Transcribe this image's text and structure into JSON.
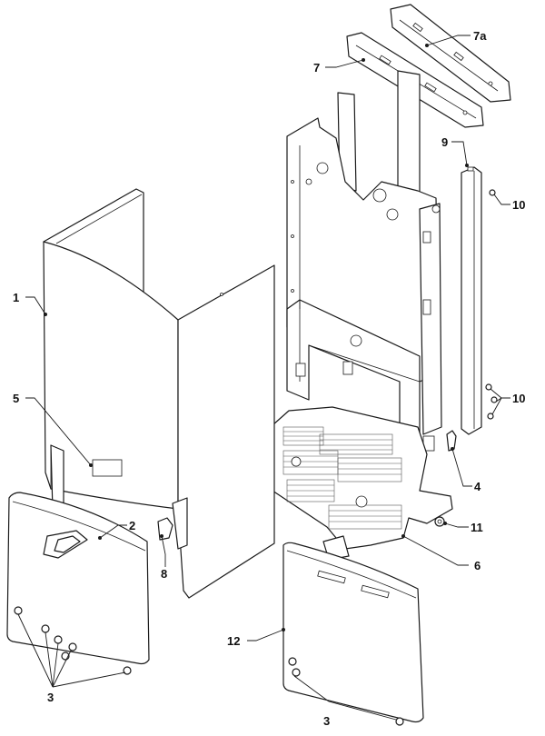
{
  "callouts": {
    "c1": "1",
    "c2": "2",
    "c3a": "3",
    "c3b": "3",
    "c4": "4",
    "c5": "5",
    "c6": "6",
    "c7": "7",
    "c7a": "7a",
    "c8": "8",
    "c9": "9",
    "c10a": "10",
    "c10b": "10",
    "c11": "11",
    "c12": "12"
  }
}
